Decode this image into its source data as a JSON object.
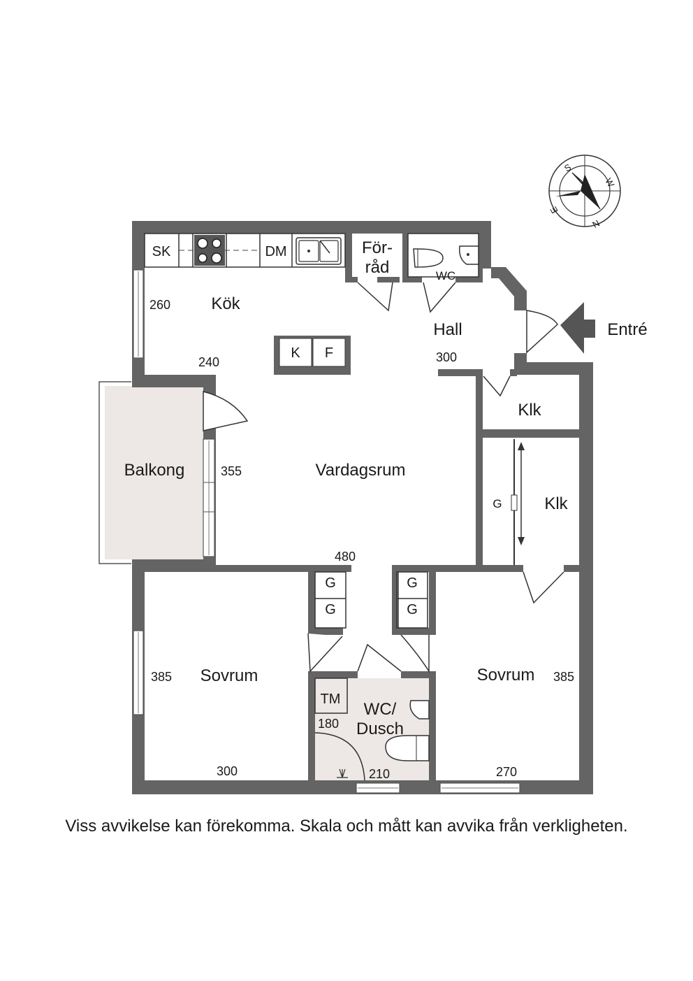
{
  "rooms": {
    "kok": "Kök",
    "hall": "Hall",
    "vardagsrum": "Vardagsrum",
    "balkong": "Balkong",
    "klk1": "Klk",
    "klk2": "Klk",
    "sovrum1": "Sovrum",
    "sovrum2": "Sovrum",
    "forrad_line1": "För-",
    "forrad_line2": "råd",
    "wc": "WC",
    "wcdusch_line1": "WC/",
    "wcdusch_line2": "Dusch",
    "entre": "Entré"
  },
  "fixtures": {
    "sk": "SK",
    "dm": "DM",
    "k": "K",
    "f": "F",
    "tm": "TM",
    "g_wardrobe": "G",
    "g1": "G",
    "g2": "G",
    "g3": "G",
    "g4": "G"
  },
  "dimensions": {
    "kok_depth": "260",
    "kok_width": "240",
    "hall_width": "300",
    "vardagsrum_depth": "355",
    "vardagsrum_width": "480",
    "sovrum1_depth": "385",
    "sovrum1_width": "300",
    "sovrum2_depth": "385",
    "sovrum2_width": "270",
    "bath_depth": "180",
    "bath_width": "210"
  },
  "compass": {
    "s": "S",
    "w": "W",
    "e": "E",
    "n": "N"
  },
  "disclaimer": "Viss avvikelse kan förekomma. Skala och mått kan avvika från verkligheten.",
  "colors": {
    "wall": "#646464",
    "balcony": "#ede8e5",
    "wet_room": "#ede8e5"
  }
}
